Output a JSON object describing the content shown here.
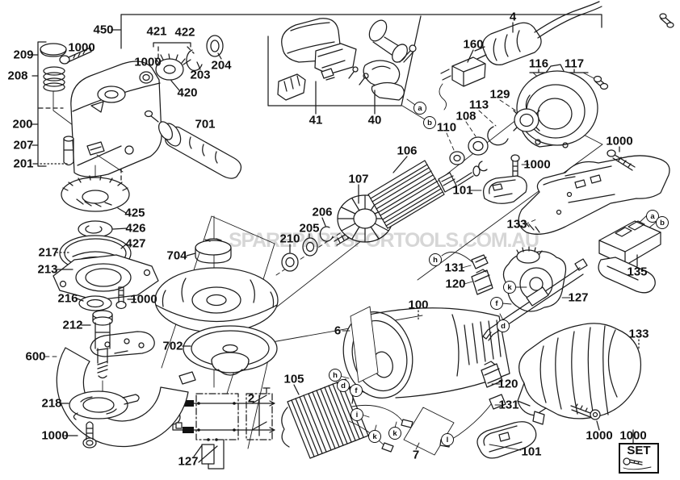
{
  "watermark": "SPAREPARTSFORTOOLS.COM.AU",
  "set_box": {
    "label": "SET"
  },
  "callouts": [
    "450",
    "1000",
    "209",
    "208",
    "421",
    "422",
    "1000",
    "203",
    "204",
    "420",
    "200",
    "207",
    "201",
    "701",
    "41",
    "40",
    "4",
    "160",
    "116",
    "117",
    "129",
    "113",
    "108",
    "110",
    "106",
    "107",
    "1000",
    "101",
    "1000",
    "133",
    "135",
    "425",
    "426",
    "427",
    "217",
    "213",
    "216",
    "1000",
    "212",
    "704",
    "702",
    "210",
    "205",
    "206",
    "600",
    "218",
    "1000",
    "127",
    "2",
    "131",
    "120",
    "127",
    "100",
    "6",
    "105",
    "7",
    "120",
    "131",
    "101",
    "133",
    "1000",
    "1000"
  ],
  "letters": [
    "a",
    "b",
    "a",
    "b",
    "h",
    "k",
    "f",
    "d",
    "h",
    "d",
    "f",
    "i",
    "k",
    "k",
    "l"
  ],
  "colors": {
    "line": "#1c1c1c",
    "watermark": "#c9c9c9",
    "background": "#ffffff"
  }
}
